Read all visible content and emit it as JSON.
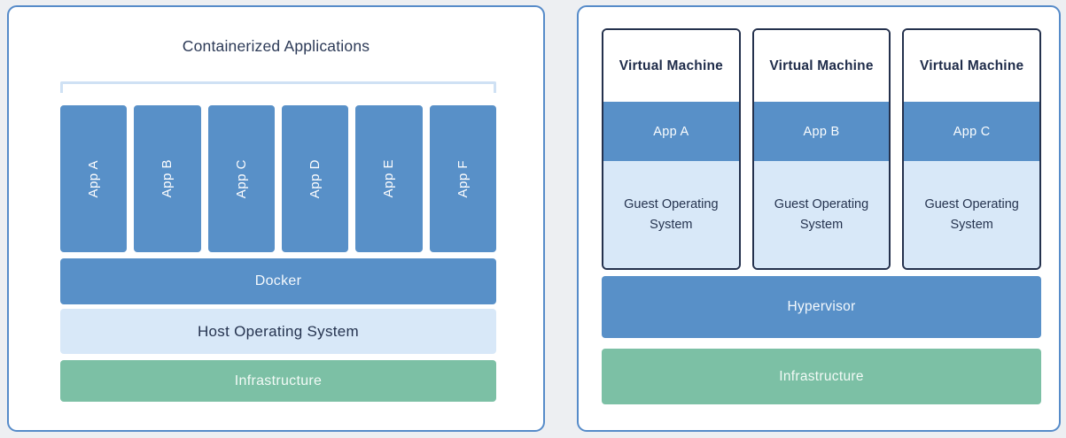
{
  "colors": {
    "page_background": "#edeff2",
    "panel_background": "#ffffff",
    "panel_border_blue": "#568bc9",
    "primary_blue": "#5890c8",
    "light_blue": "#d8e8f8",
    "green": "#7cc0a5",
    "dark_navy": "#24314d",
    "bracket_light_blue": "#cfe1f4"
  },
  "left_panel": {
    "title": "Containerized Applications",
    "apps": [
      "App A",
      "App B",
      "App C",
      "App D",
      "App E",
      "App F"
    ],
    "layers": [
      {
        "label": "Docker"
      },
      {
        "label": "Host Operating System"
      },
      {
        "label": "Infrastructure"
      }
    ]
  },
  "right_panel": {
    "vms": [
      {
        "title": "Virtual Machine",
        "app": "App A",
        "os": "Guest Operating System"
      },
      {
        "title": "Virtual Machine",
        "app": "App B",
        "os": "Guest Operating System"
      },
      {
        "title": "Virtual Machine",
        "app": "App C",
        "os": "Guest Operating System"
      }
    ],
    "layers": [
      {
        "label": "Hypervisor"
      },
      {
        "label": "Infrastructure"
      }
    ]
  }
}
